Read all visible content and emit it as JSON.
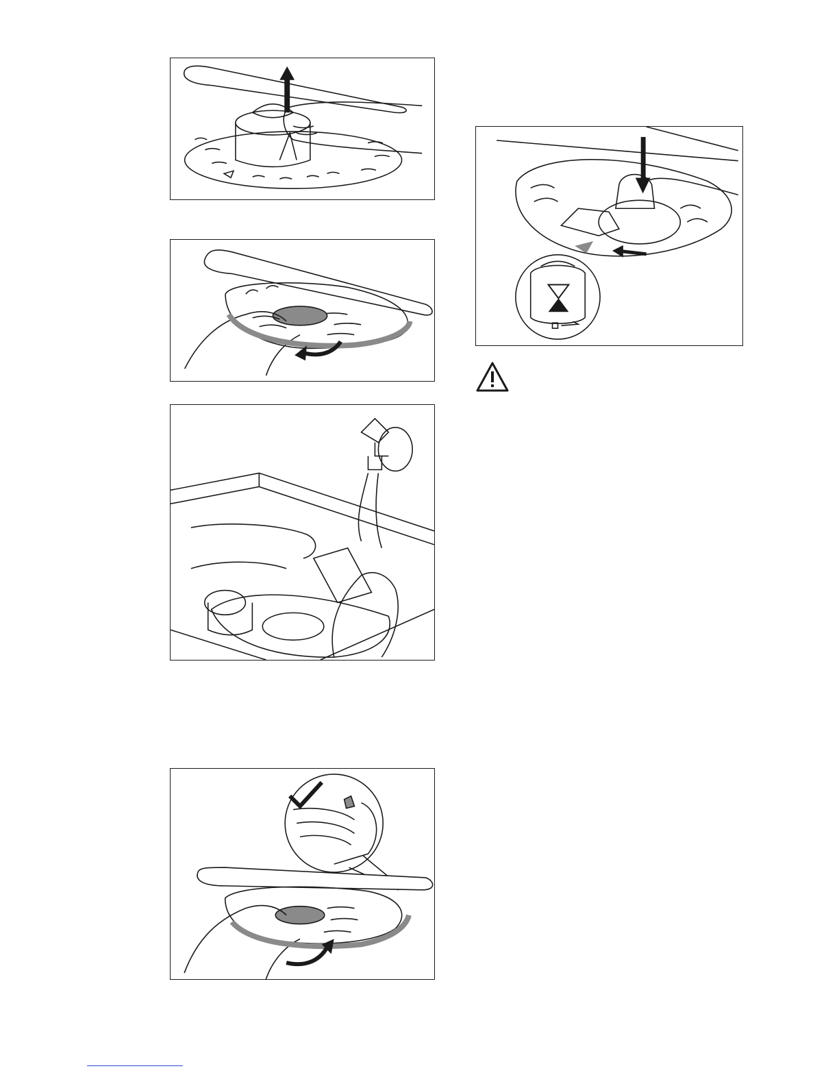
{
  "figures": [
    {
      "id": "fig1",
      "icon": "remove-filter-icon"
    },
    {
      "id": "fig2",
      "icon": "rotate-flat-filter-icon"
    },
    {
      "id": "fig3",
      "icon": "rinse-filters-under-tap-icon"
    },
    {
      "id": "fig4",
      "icon": "refit-flat-filter-check-icon"
    },
    {
      "id": "fig5",
      "icon": "lock-filter-icon"
    }
  ],
  "warning": {
    "icon": "warning-icon"
  },
  "footer": {
    "link_color": "#2a4bd4"
  }
}
